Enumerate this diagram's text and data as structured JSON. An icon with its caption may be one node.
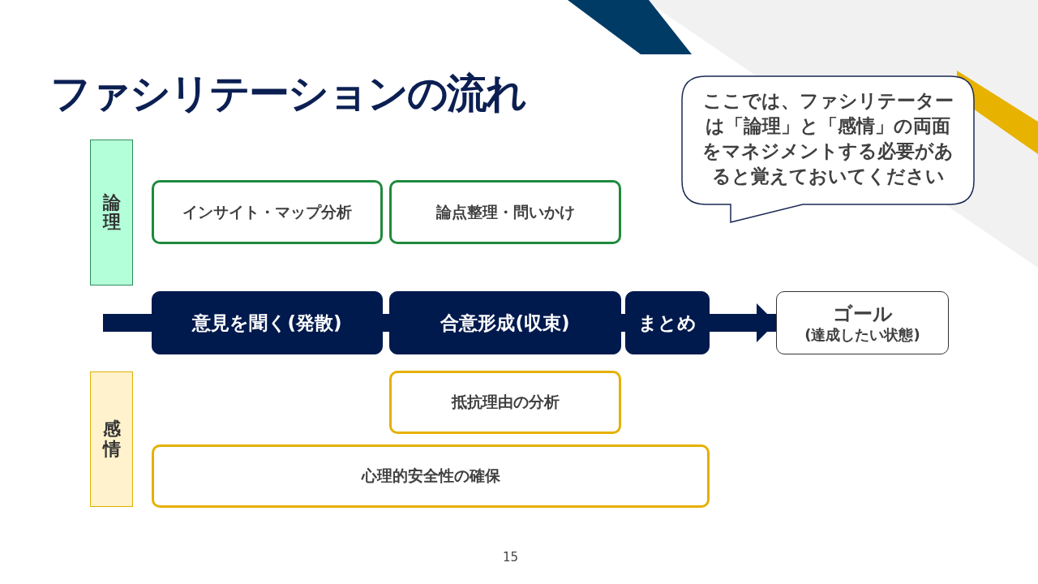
{
  "diagram": {
    "title": "ファシリテーションの流れ",
    "nodes": [
      {
        "text": [
          "論理"
        ]
      },
      {
        "text": [
          "インサイト・マップ分析"
        ]
      },
      {
        "text": [
          "論点整理・問いかけ"
        ]
      },
      {
        "text": [
          "意見を聞く(発散)"
        ]
      },
      {
        "text": [
          "合意形成(収束)"
        ]
      },
      {
        "text": [
          "まとめ"
        ]
      },
      {
        "text": [
          "ゴール",
          "(達成したい状態)"
        ]
      },
      {
        "text": [
          "感情"
        ]
      },
      {
        "text": [
          "抵抗理由の分析"
        ]
      },
      {
        "text": [
          "心理的安全性の確保"
        ]
      },
      {
        "text": [
          "ここでは、ファシリテーターは「論理」と「感情」の両面をマネジメントする必要があると覚えておいてください"
        ]
      }
    ],
    "edges": [
      {
        "from": null,
        "to": 3,
        "arrow": "none"
      },
      {
        "from": 3,
        "to": 4,
        "arrow": "none"
      },
      {
        "from": 4,
        "to": 5,
        "arrow": "none"
      },
      {
        "from": 5,
        "to": 6,
        "arrow": "to"
      }
    ],
    "labels": [
      "15"
    ]
  }
}
